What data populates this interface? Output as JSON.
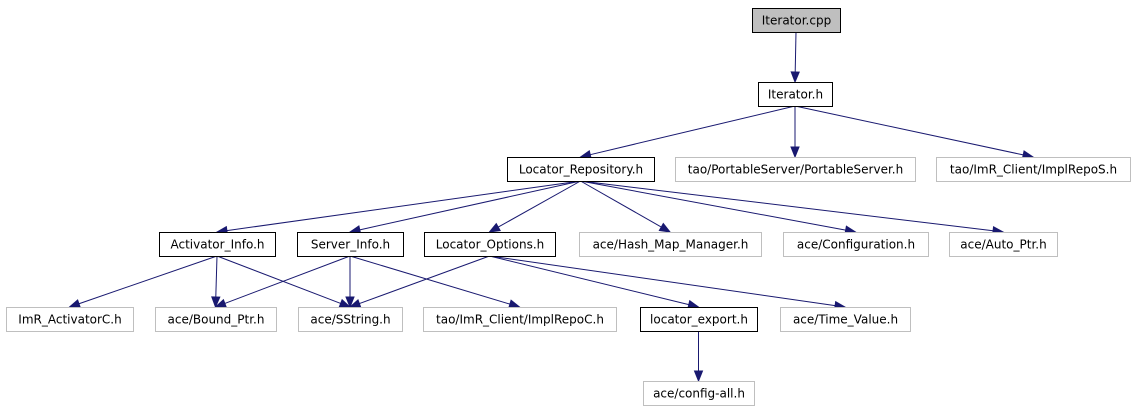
{
  "colors": {
    "edge": "#191970",
    "root_fill": "#bfbfbf",
    "root_border": "#000000",
    "local_border": "#000000",
    "external_border": "#bfbfbf",
    "external_text": "#333333"
  },
  "nodes": [
    {
      "id": "iterator_cpp",
      "label": "Iterator.cpp",
      "kind": "root"
    },
    {
      "id": "iterator_h",
      "label": "Iterator.h",
      "kind": "local"
    },
    {
      "id": "locator_repository_h",
      "label": "Locator_Repository.h",
      "kind": "local"
    },
    {
      "id": "portableserver_h",
      "label": "tao/PortableServer/PortableServer.h",
      "kind": "external"
    },
    {
      "id": "implrepos_h",
      "label": "tao/ImR_Client/ImplRepoS.h",
      "kind": "external"
    },
    {
      "id": "activator_info_h",
      "label": "Activator_Info.h",
      "kind": "local"
    },
    {
      "id": "server_info_h",
      "label": "Server_Info.h",
      "kind": "local"
    },
    {
      "id": "locator_options_h",
      "label": "Locator_Options.h",
      "kind": "local"
    },
    {
      "id": "hash_map_manager_h",
      "label": "ace/Hash_Map_Manager.h",
      "kind": "external"
    },
    {
      "id": "configuration_h",
      "label": "ace/Configuration.h",
      "kind": "external"
    },
    {
      "id": "auto_ptr_h",
      "label": "ace/Auto_Ptr.h",
      "kind": "external"
    },
    {
      "id": "imr_activatorc_h",
      "label": "ImR_ActivatorC.h",
      "kind": "external"
    },
    {
      "id": "bound_ptr_h",
      "label": "ace/Bound_Ptr.h",
      "kind": "external"
    },
    {
      "id": "sstring_h",
      "label": "ace/SString.h",
      "kind": "external"
    },
    {
      "id": "implrepoc_h",
      "label": "tao/ImR_Client/ImplRepoC.h",
      "kind": "external"
    },
    {
      "id": "locator_export_h",
      "label": "locator_export.h",
      "kind": "local"
    },
    {
      "id": "time_value_h",
      "label": "ace/Time_Value.h",
      "kind": "external"
    },
    {
      "id": "config_all_h",
      "label": "ace/config-all.h",
      "kind": "external"
    }
  ],
  "edges": [
    {
      "from": "iterator_cpp",
      "to": "iterator_h"
    },
    {
      "from": "iterator_h",
      "to": "locator_repository_h"
    },
    {
      "from": "iterator_h",
      "to": "portableserver_h"
    },
    {
      "from": "iterator_h",
      "to": "implrepos_h"
    },
    {
      "from": "locator_repository_h",
      "to": "activator_info_h"
    },
    {
      "from": "locator_repository_h",
      "to": "server_info_h"
    },
    {
      "from": "locator_repository_h",
      "to": "locator_options_h"
    },
    {
      "from": "locator_repository_h",
      "to": "hash_map_manager_h"
    },
    {
      "from": "locator_repository_h",
      "to": "configuration_h"
    },
    {
      "from": "locator_repository_h",
      "to": "auto_ptr_h"
    },
    {
      "from": "activator_info_h",
      "to": "imr_activatorc_h"
    },
    {
      "from": "activator_info_h",
      "to": "bound_ptr_h"
    },
    {
      "from": "activator_info_h",
      "to": "sstring_h"
    },
    {
      "from": "server_info_h",
      "to": "bound_ptr_h"
    },
    {
      "from": "server_info_h",
      "to": "sstring_h"
    },
    {
      "from": "server_info_h",
      "to": "implrepoc_h"
    },
    {
      "from": "locator_options_h",
      "to": "sstring_h"
    },
    {
      "from": "locator_options_h",
      "to": "locator_export_h"
    },
    {
      "from": "locator_options_h",
      "to": "time_value_h"
    },
    {
      "from": "locator_export_h",
      "to": "config_all_h"
    }
  ]
}
